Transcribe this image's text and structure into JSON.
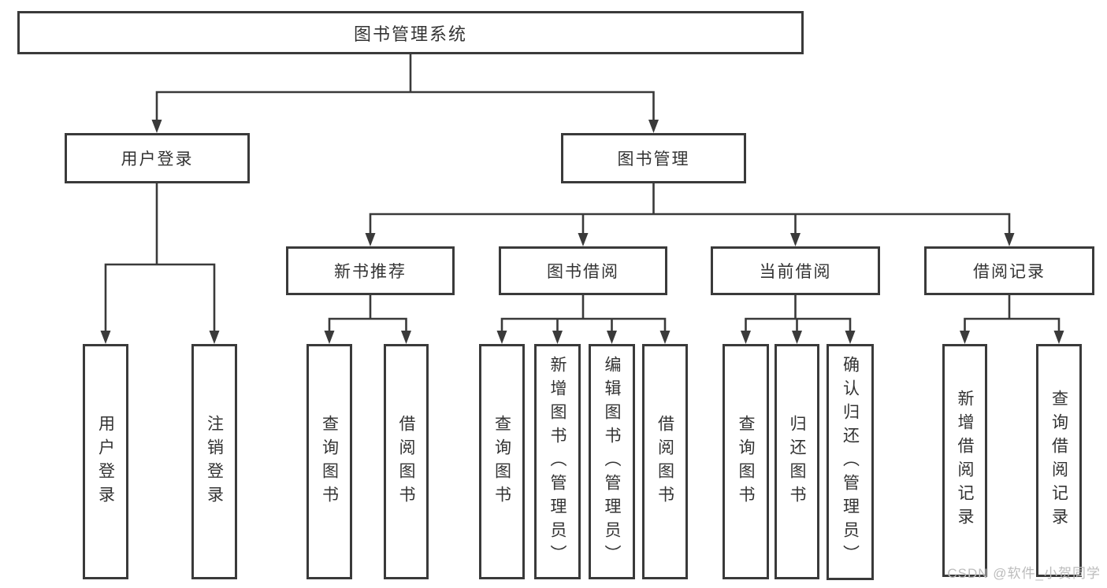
{
  "diagram": {
    "type": "tree",
    "colors": {
      "line": "#3a3a3a",
      "box_border": "#3a3a3a",
      "text": "#333333",
      "background": "#ffffff",
      "watermark": "#bcbcbc"
    },
    "watermark": "CSDN @软件_小贺同学",
    "nodes": {
      "root": {
        "label": "图书管理系统",
        "parent": null
      },
      "login_group": {
        "label": "用户登录",
        "parent": "root"
      },
      "book_mgmt": {
        "label": "图书管理",
        "parent": "root"
      },
      "new_book_rec": {
        "label": "新书推荐",
        "parent": "book_mgmt"
      },
      "book_borrow": {
        "label": "图书借阅",
        "parent": "book_mgmt"
      },
      "current_borrow": {
        "label": "当前借阅",
        "parent": "book_mgmt"
      },
      "borrow_record": {
        "label": "借阅记录",
        "parent": "book_mgmt"
      },
      "user_login": {
        "label": "用户登录",
        "parent": "login_group"
      },
      "logout": {
        "label": "注销登录",
        "parent": "login_group"
      },
      "rec_query": {
        "label": "查询图书",
        "parent": "new_book_rec"
      },
      "rec_borrow": {
        "label": "借阅图书",
        "parent": "new_book_rec"
      },
      "bb_query": {
        "label": "查询图书",
        "parent": "book_borrow"
      },
      "bb_add": {
        "label": "新增图书（管理员）",
        "parent": "book_borrow"
      },
      "bb_edit": {
        "label": "编辑图书（管理员）",
        "parent": "book_borrow"
      },
      "bb_borrow": {
        "label": "借阅图书",
        "parent": "book_borrow"
      },
      "cb_query": {
        "label": "查询图书",
        "parent": "current_borrow"
      },
      "cb_return": {
        "label": "归还图书",
        "parent": "current_borrow"
      },
      "cb_confirm": {
        "label": "确认归还（管理员）",
        "parent": "current_borrow"
      },
      "br_add": {
        "label": "新增借阅记录",
        "parent": "borrow_record"
      },
      "br_query": {
        "label": "查询借阅记录",
        "parent": "borrow_record"
      }
    }
  }
}
